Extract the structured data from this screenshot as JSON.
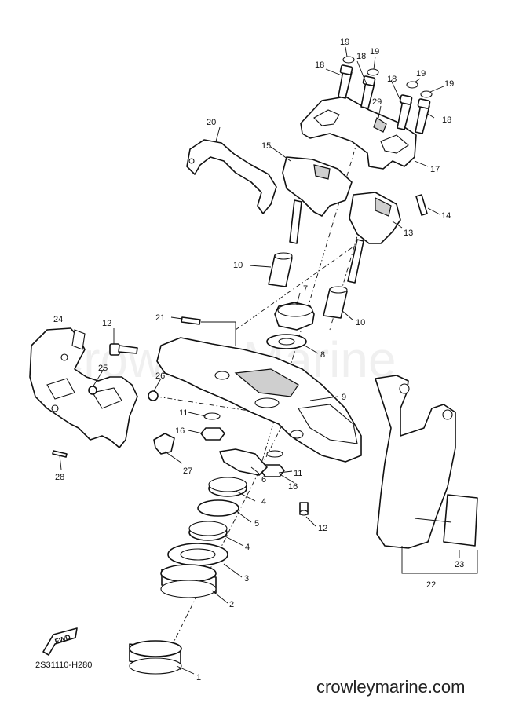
{
  "diagram": {
    "watermark": "Crowley Marine",
    "drawing_code": "2S31110-H280",
    "site_url": "crowleymarine.com",
    "fwd_label": "FWD",
    "callouts": {
      "c1": "1",
      "c2": "2",
      "c3": "3",
      "c4a": "4",
      "c4b": "4",
      "c5": "5",
      "c6": "6",
      "c7": "7",
      "c8": "8",
      "c9": "9",
      "c10a": "10",
      "c10b": "10",
      "c11a": "11",
      "c11b": "11",
      "c12a": "12",
      "c12b": "12",
      "c13": "13",
      "c14": "14",
      "c15": "15",
      "c16a": "16",
      "c16b": "16",
      "c17": "17",
      "c18a": "18",
      "c18b": "18",
      "c18c": "18",
      "c18d": "18",
      "c19a": "19",
      "c19b": "19",
      "c19c": "19",
      "c19d": "19",
      "c20": "20",
      "c21": "21",
      "c22": "22",
      "c23": "23",
      "c24": "24",
      "c25": "25",
      "c26": "26",
      "c27": "27",
      "c28": "28",
      "c29": "29"
    }
  }
}
